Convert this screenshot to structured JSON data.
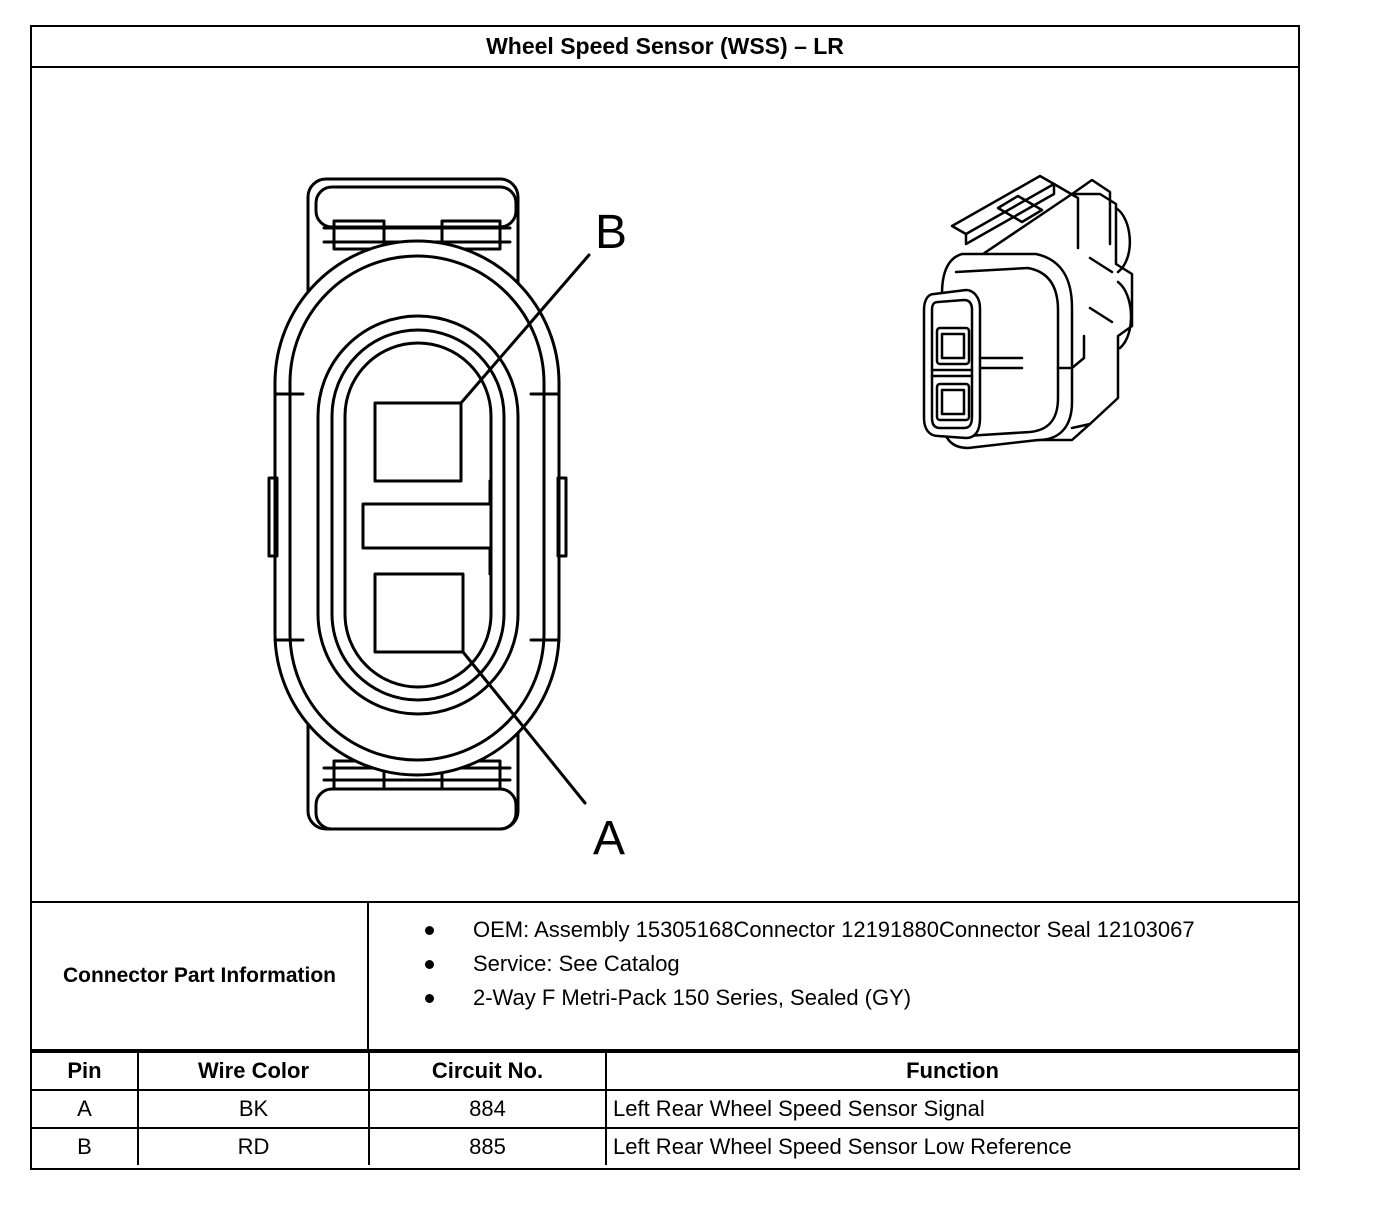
{
  "title": "Wheel Speed Sensor (WSS) – LR",
  "diagram": {
    "pin_labels": [
      "B",
      "A"
    ],
    "stroke_color": "#000000",
    "fill_color": "#ffffff"
  },
  "connector_info": {
    "label": "Connector Part Information",
    "items": [
      "OEM: Assembly 15305168Connector 12191880Connector Seal 12103067",
      "Service: See Catalog",
      "2-Way F Metri-Pack 150 Series, Sealed (GY)"
    ]
  },
  "pin_table": {
    "headers": [
      "Pin",
      "Wire Color",
      "Circuit No.",
      "Function"
    ],
    "rows": [
      [
        "A",
        "BK",
        "884",
        "Left Rear Wheel Speed Sensor Signal"
      ],
      [
        "B",
        "RD",
        "885",
        "Left Rear Wheel Speed Sensor Low Reference"
      ]
    ]
  }
}
